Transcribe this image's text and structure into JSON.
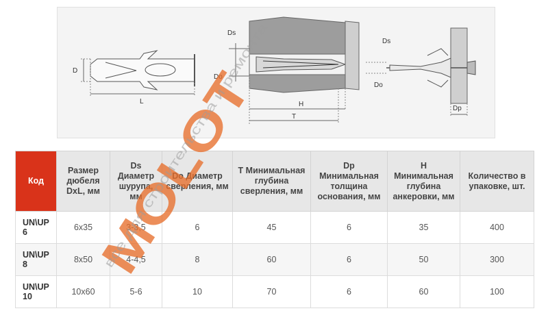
{
  "figure": {
    "labels": {
      "d": "D",
      "l": "L",
      "ds": "Ds",
      "do": "Do",
      "h": "H",
      "t": "T",
      "dp": "Dp"
    }
  },
  "table": {
    "headers": {
      "code": "Код",
      "size": "Размер дюбеля DxL, мм",
      "ds": "Ds Диаметр шурупа, мм",
      "do": "Do Диаметр сверления, мм",
      "t": "T Минимальная глубина сверления, мм",
      "dp": "Dp Минимальная толщина основания, мм",
      "h": "H Минимальная глубина анкеровки, мм",
      "qty": "Количество в упаковке, шт."
    },
    "rows": [
      {
        "code": "UN\\UP 6",
        "size": "6x35",
        "ds": "3-3,5",
        "do": "6",
        "t": "45",
        "dp": "6",
        "h": "35",
        "qty": "400"
      },
      {
        "code": "UN\\UP 8",
        "size": "8x50",
        "ds": "4-4,5",
        "do": "8",
        "t": "60",
        "dp": "6",
        "h": "50",
        "qty": "300"
      },
      {
        "code": "UN\\UP 10",
        "size": "10x60",
        "ds": "5-6",
        "do": "10",
        "t": "70",
        "dp": "6",
        "h": "60",
        "qty": "100"
      }
    ]
  },
  "watermark": {
    "logo": "MOLOT",
    "slogan": "все для строительства и ремонта"
  }
}
